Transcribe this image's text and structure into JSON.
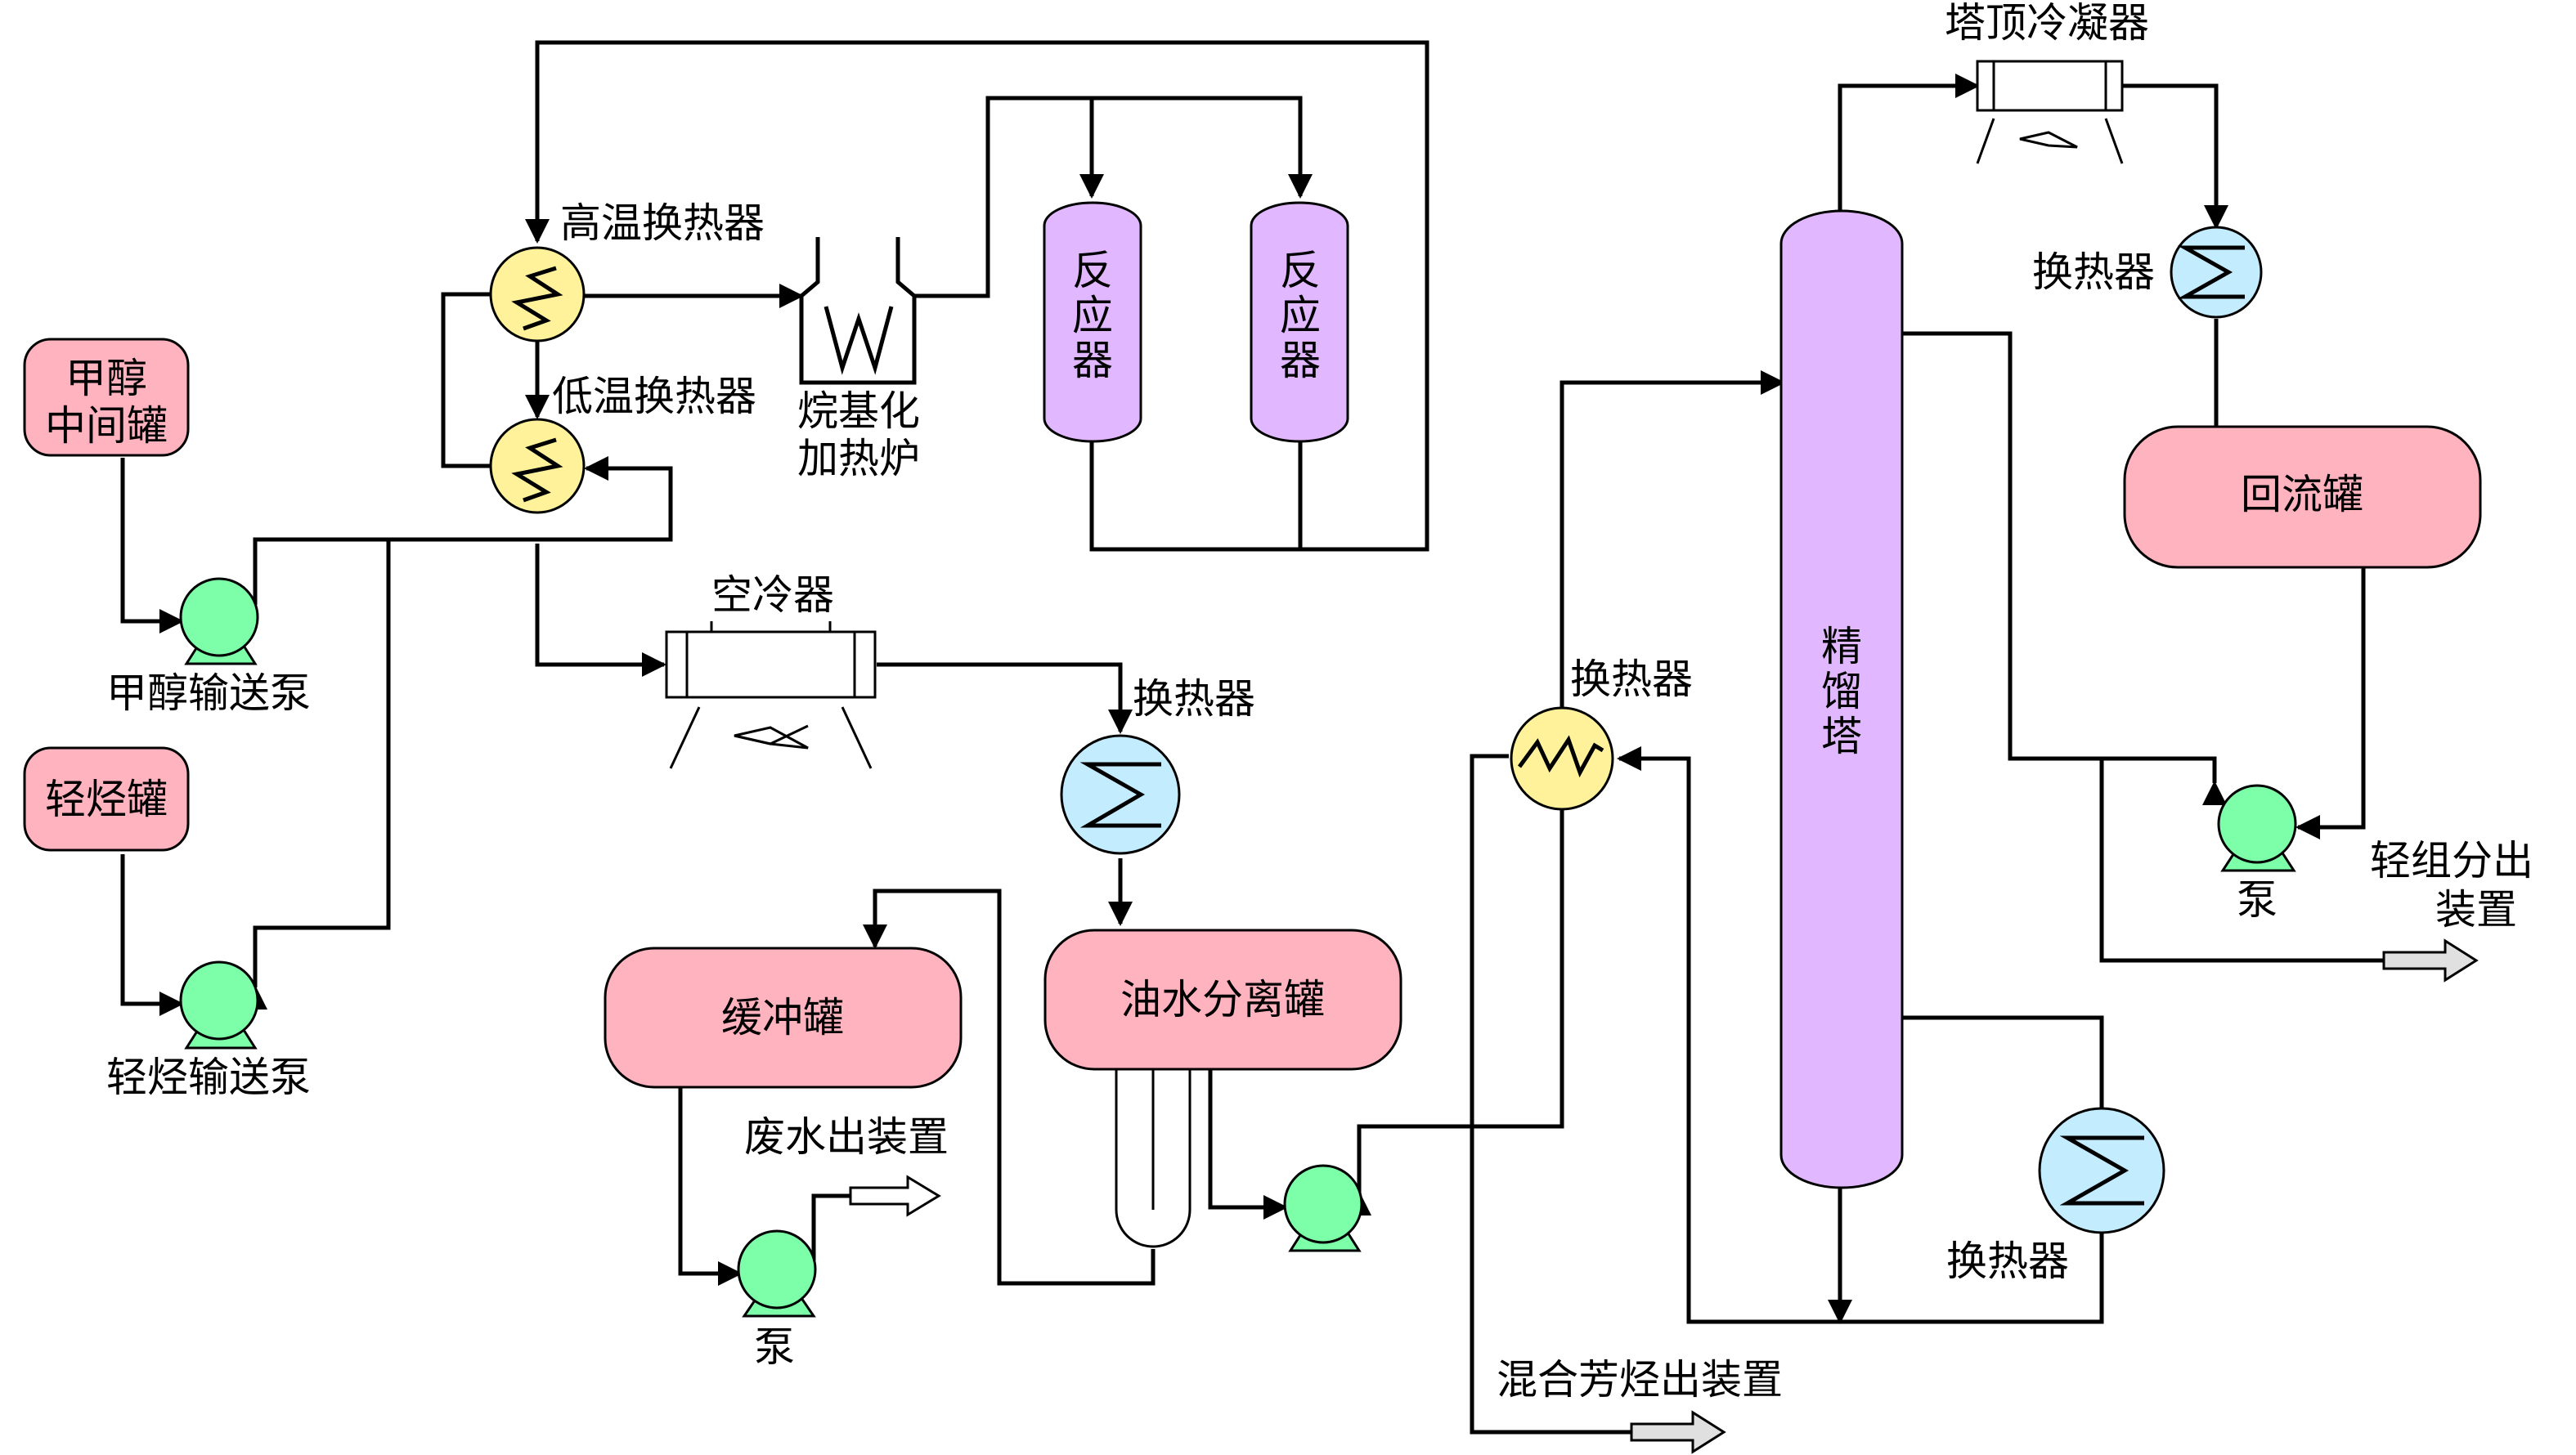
{
  "labels": {
    "methanol_tank": [
      "甲醇",
      "中间罐"
    ],
    "methanol_pump": "甲醇输送泵",
    "light_hc_tank": "轻烃罐",
    "light_hc_pump": "轻烃输送泵",
    "ht_exchanger": "高温换热器",
    "lt_exchanger": "低温换热器",
    "furnace": [
      "烷基化",
      "加热炉"
    ],
    "reactor_1": [
      "反",
      "应",
      "器"
    ],
    "reactor_2": [
      "反",
      "应",
      "器"
    ],
    "air_cooler": "空冷器",
    "exchanger_mid": "换热器",
    "oil_water_separator": "油水分离罐",
    "buffer_tank": "缓冲罐",
    "wastewater_out": "废水出装置",
    "buffer_pump": "泵",
    "exchanger_column_feed": "换热器",
    "column": [
      "精",
      "馏",
      "塔"
    ],
    "mixed_aromatics_out": "混合芳烃出装置",
    "condenser": "塔顶冷凝器",
    "exchanger_top": "换热器",
    "reflux_tank": "回流罐",
    "reflux_pump": "泵",
    "light_out": [
      "轻组分出",
      "装置"
    ],
    "exchanger_bottom": "换热器"
  },
  "colors": {
    "tank": "#ffb3bf",
    "vessel": "#e1b8ff",
    "cross_exchanger": "#fff29a",
    "exchanger": "#c4ecff",
    "pump": "#7dffaa"
  }
}
